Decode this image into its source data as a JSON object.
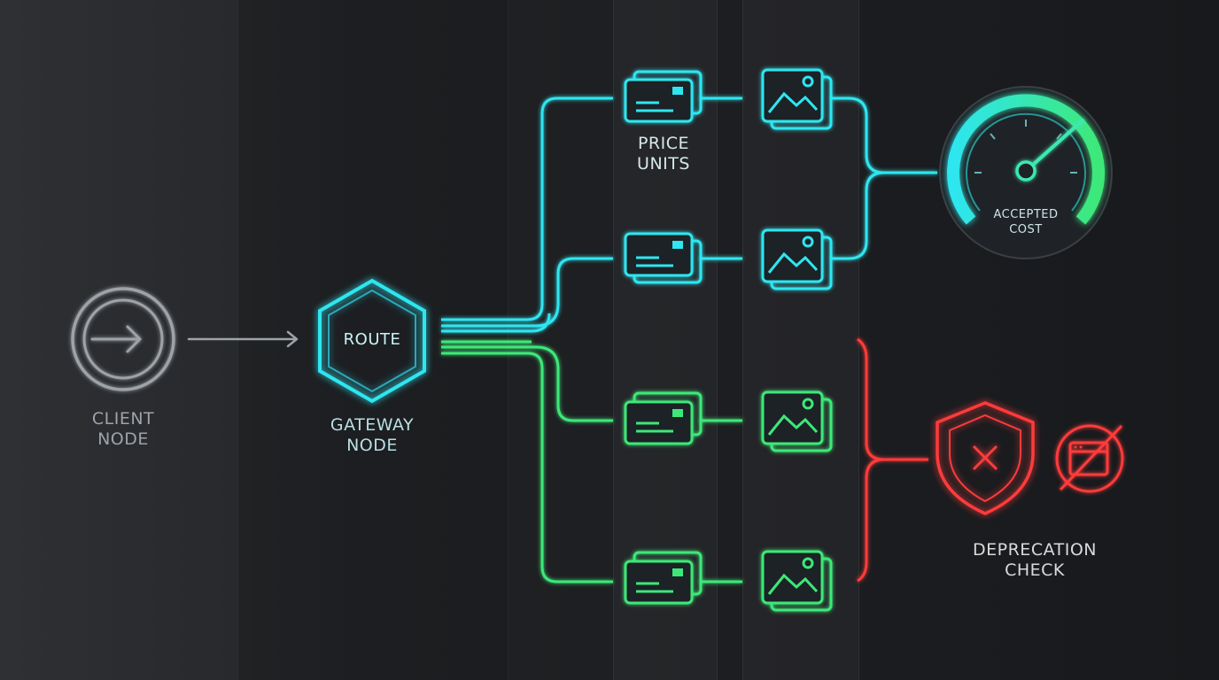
{
  "colors": {
    "background": "#1c1e21",
    "gray": "#9ea3a8",
    "cyan": "#2ee6f0",
    "green": "#3ee878",
    "red": "#ff3b3b"
  },
  "client": {
    "label_line1": "CLIENT",
    "label_line2": "NODE",
    "icon": "arrow-in-circle-icon"
  },
  "gateway": {
    "inner_label": "ROUTE",
    "label_line1": "GATEWAY",
    "label_line2": "NODE",
    "icon": "hexagon-icon"
  },
  "price_units": {
    "label_line1": "PRICE",
    "label_line2": "UNITS",
    "rows": [
      {
        "color": "cyan",
        "icons": [
          "price-card-icon",
          "image-stack-icon"
        ]
      },
      {
        "color": "cyan",
        "icons": [
          "price-card-icon",
          "image-stack-icon"
        ]
      },
      {
        "color": "green",
        "icons": [
          "price-card-icon",
          "image-stack-icon"
        ]
      },
      {
        "color": "green",
        "icons": [
          "price-card-icon",
          "image-stack-icon"
        ]
      }
    ]
  },
  "gauge": {
    "label_line1": "ACCEPTED",
    "label_line2": "COST",
    "icon": "gauge-icon"
  },
  "deprecation": {
    "label_line1": "DEPRECATION",
    "label_line2": "CHECK",
    "icons": [
      "shield-x-icon",
      "blocked-window-icon"
    ]
  }
}
